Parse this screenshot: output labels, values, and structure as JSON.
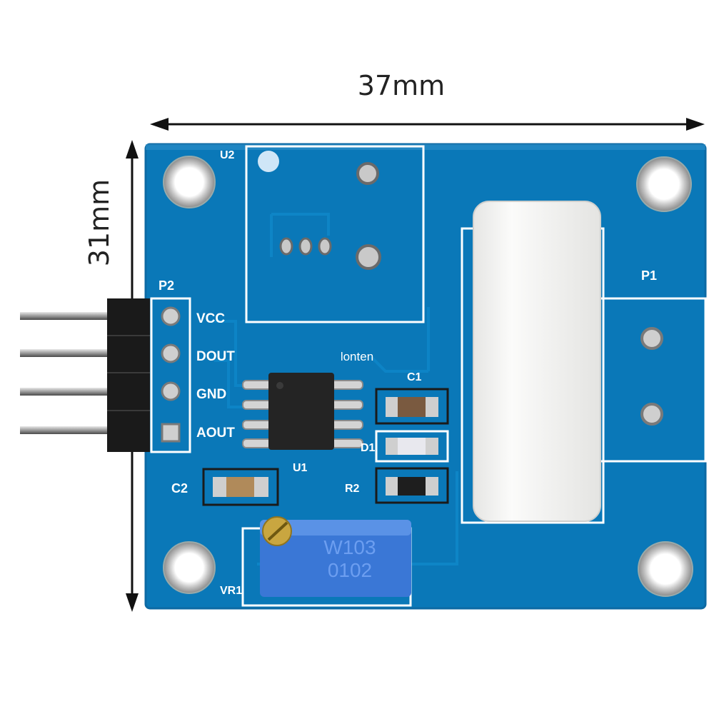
{
  "dimensions": {
    "width_label": "37mm",
    "height_label": "31mm"
  },
  "silkscreen": {
    "u2": "U2",
    "p2": "P2",
    "p1": "P1",
    "pins": [
      "VCC",
      "DOUT",
      "GND",
      "AOUT"
    ],
    "u1": "U1",
    "c1": "C1",
    "d1": "D1",
    "r2": "R2",
    "c2": "C2",
    "vr1": "VR1"
  },
  "trimmer": {
    "line1": "W103",
    "line2": "0102"
  },
  "watermark": "lonten",
  "colors": {
    "pcb": "#0a78b8",
    "pcb_edge": "#0d6aa4",
    "silk": "#ffffff",
    "relay": "#f4f4f2",
    "trimmer": "#3a77d6"
  }
}
